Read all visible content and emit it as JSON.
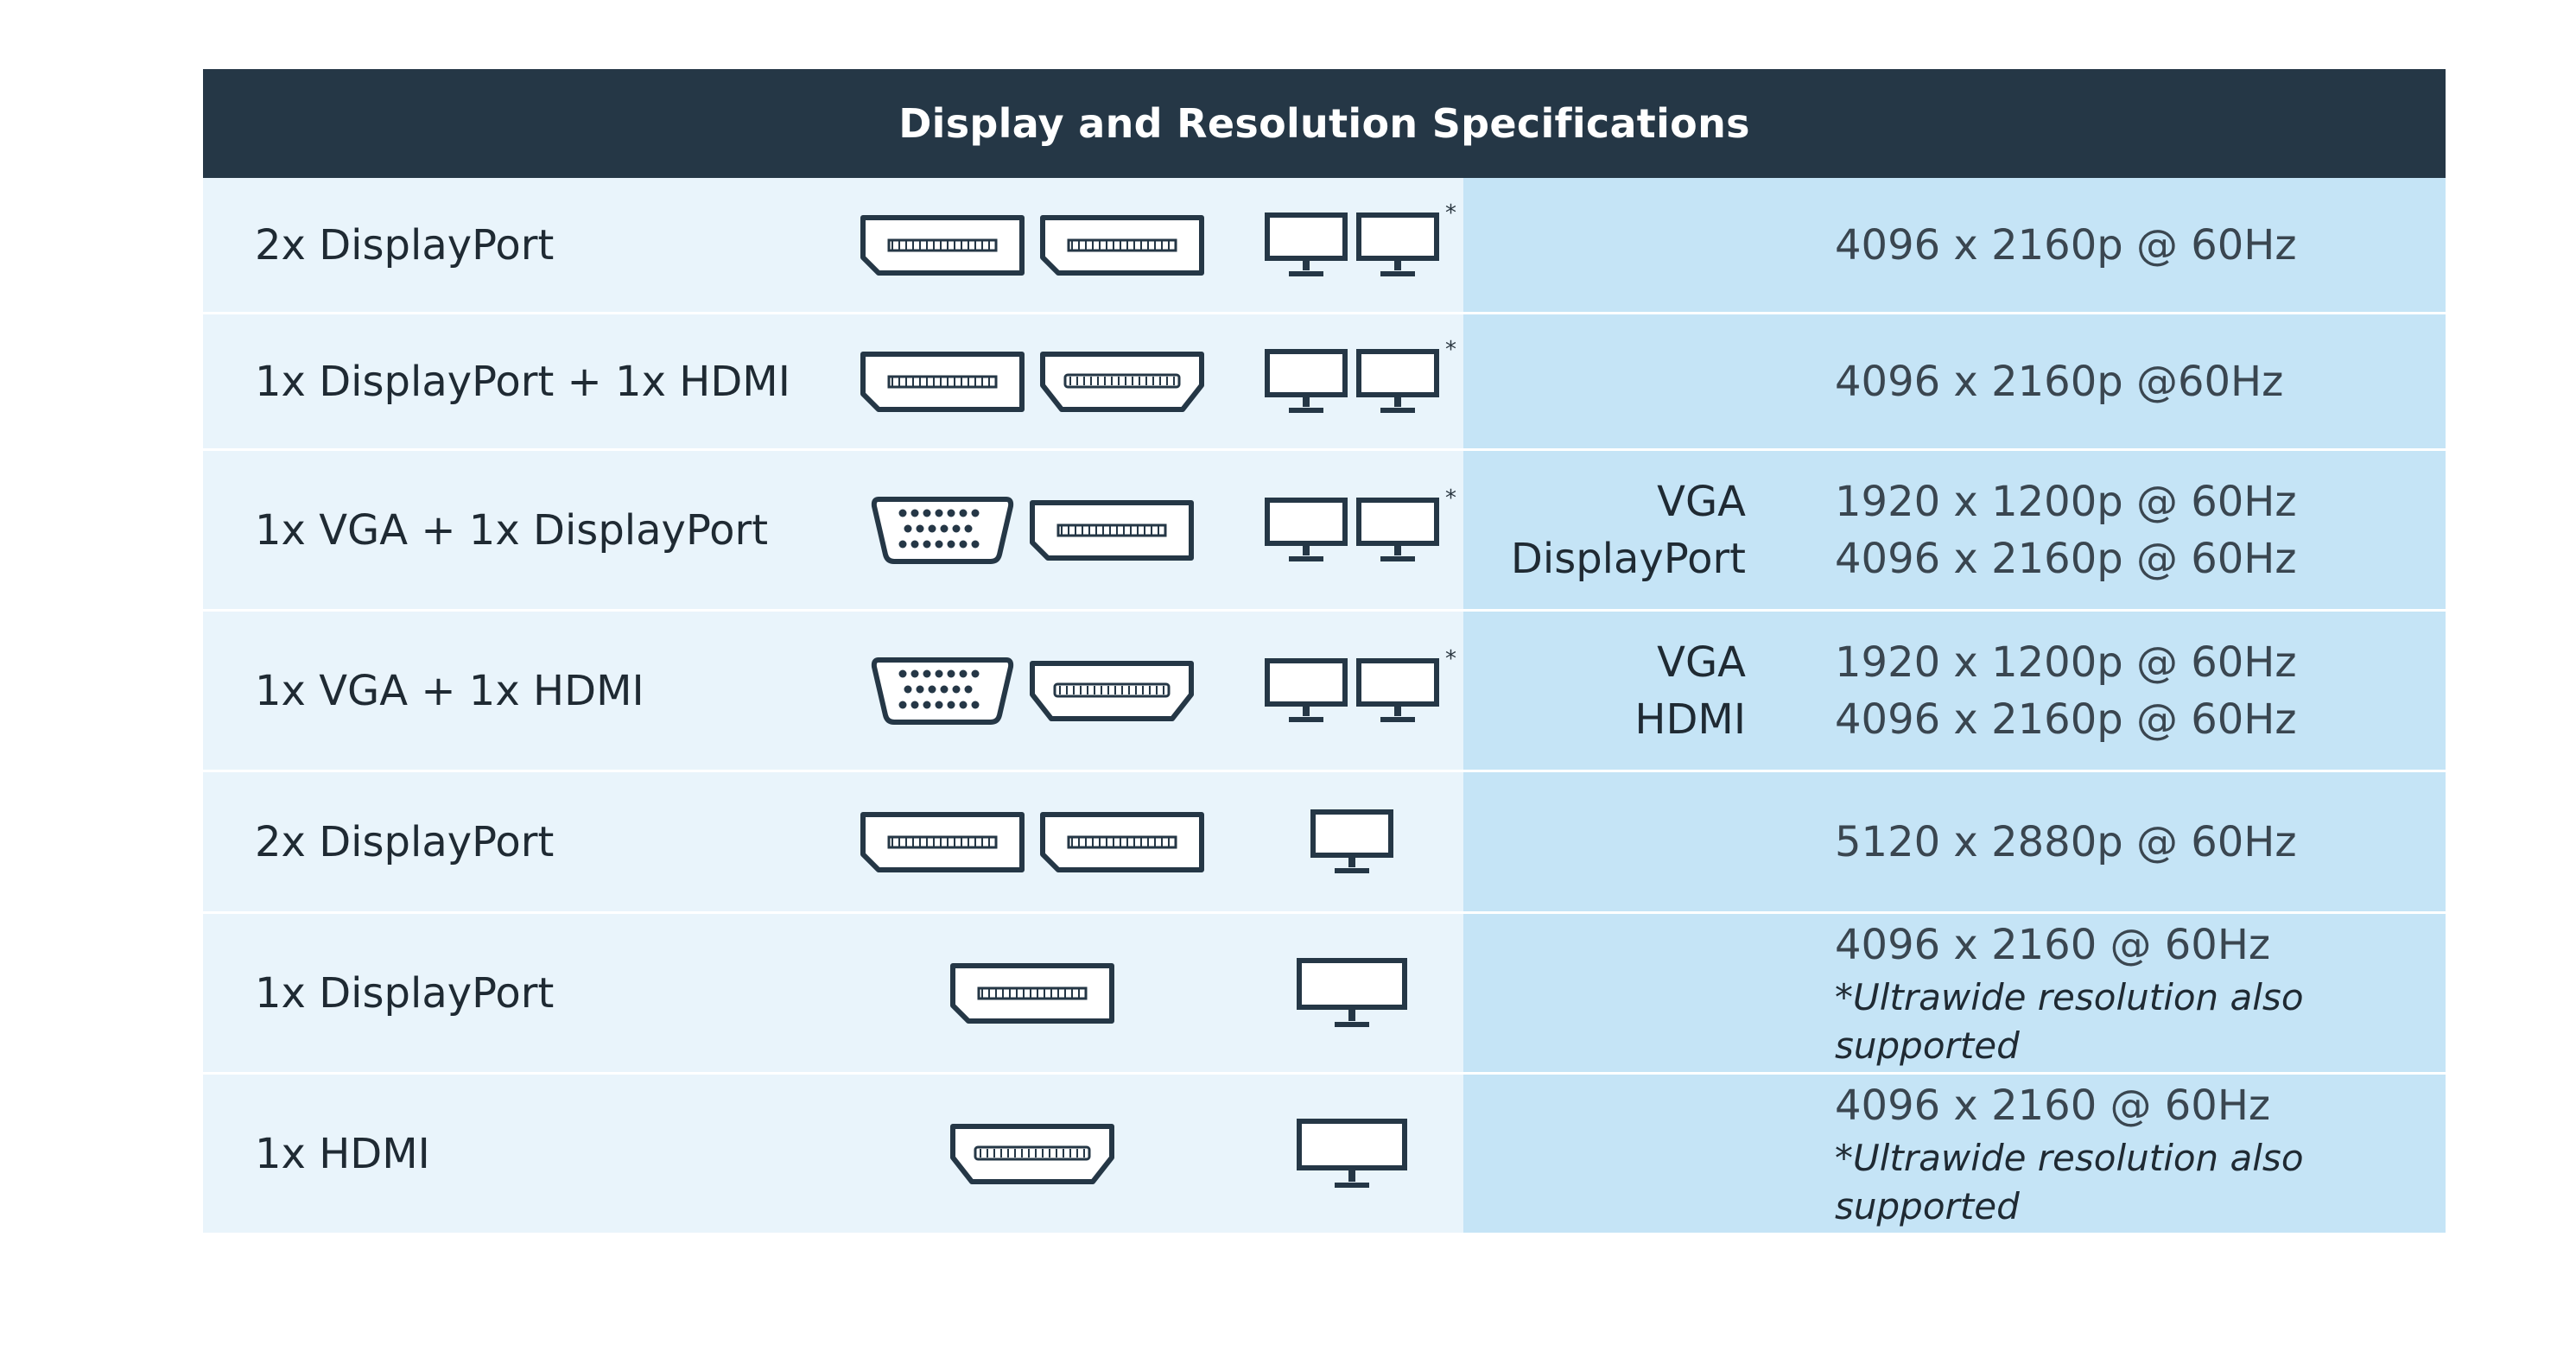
{
  "title": "Display and Resolution Specifications",
  "rows": [
    {
      "label": "2x DisplayPort",
      "ports": [
        "displayport-icon",
        "displayport-icon"
      ],
      "monitors": 2,
      "asterisk": "*",
      "port_names": [],
      "resolutions": [
        "4096 x 2160p @ 60Hz"
      ],
      "note": ""
    },
    {
      "label": "1x DisplayPort + 1x HDMI",
      "ports": [
        "displayport-icon",
        "hdmi-icon"
      ],
      "monitors": 2,
      "asterisk": "*",
      "port_names": [],
      "resolutions": [
        "4096 x 2160p @60Hz"
      ],
      "note": ""
    },
    {
      "label": "1x VGA + 1x DisplayPort",
      "ports": [
        "vga-icon",
        "displayport-icon"
      ],
      "monitors": 2,
      "asterisk": "*",
      "port_names": [
        "VGA",
        "DisplayPort"
      ],
      "resolutions": [
        "1920 x 1200p @ 60Hz",
        "4096 x 2160p @ 60Hz"
      ],
      "note": ""
    },
    {
      "label": "1x VGA + 1x HDMI",
      "ports": [
        "vga-icon",
        "hdmi-icon"
      ],
      "monitors": 2,
      "asterisk": "*",
      "port_names": [
        "VGA",
        "HDMI"
      ],
      "resolutions": [
        "1920 x 1200p @ 60Hz",
        "4096 x 2160p @ 60Hz"
      ],
      "note": ""
    },
    {
      "label": "2x DisplayPort",
      "ports": [
        "displayport-icon",
        "displayport-icon"
      ],
      "monitors": 1,
      "asterisk": "",
      "port_names": [],
      "resolutions": [
        "5120 x 2880p @ 60Hz"
      ],
      "note": ""
    },
    {
      "label": "1x DisplayPort",
      "ports": [
        "displayport-icon"
      ],
      "monitors": 1,
      "asterisk": "",
      "port_names": [],
      "resolutions": [
        "4096 x 2160 @ 60Hz"
      ],
      "note": "*Ultrawide resolution also supported"
    },
    {
      "label": "1x HDMI",
      "ports": [
        "hdmi-icon"
      ],
      "monitors": 1,
      "asterisk": "",
      "port_names": [],
      "resolutions": [
        "4096 x 2160 @ 60Hz"
      ],
      "note": "*Ultrawide resolution also supported"
    }
  ],
  "colors": {
    "header_bg": "#253746",
    "left_bg": "#e9f4fb",
    "right_bg": "#c5e4f6",
    "icon_stroke": "#253746"
  }
}
